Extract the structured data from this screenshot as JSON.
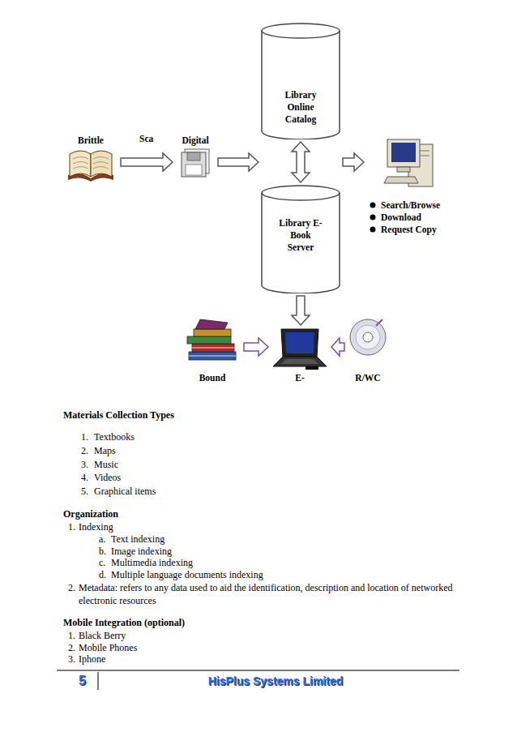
{
  "diagram": {
    "nodes": [
      {
        "text": [
          "Library Online Catalog"
        ]
      },
      {
        "text": [
          "Brittle"
        ]
      },
      {
        "text": [
          "Digital"
        ]
      },
      {
        "text": [
          "Search/Browse",
          "Download",
          "Request Copy"
        ]
      },
      {
        "text": [
          "Library E-Book Server"
        ]
      },
      {
        "text": [
          "Bound"
        ]
      },
      {
        "text": [
          "E-"
        ]
      },
      {
        "text": [
          "R/WC"
        ]
      }
    ],
    "edges": [
      {
        "from": 1,
        "to": 2,
        "arrow": "to",
        "label": "Sca"
      },
      {
        "from": 2,
        "to": 0,
        "arrow": "to"
      },
      {
        "from": 0,
        "to": 3,
        "arrow": "to"
      },
      {
        "from": 0,
        "to": 4,
        "arrow": "both"
      },
      {
        "from": 4,
        "to": 6,
        "arrow": "to"
      },
      {
        "from": 5,
        "to": 6,
        "arrow": "to"
      },
      {
        "from": 7,
        "to": 6,
        "arrow": "to"
      }
    ],
    "labels": [
      "Materials Collection Types",
      "1.",
      "Textbooks",
      "2.",
      "Maps",
      "3.",
      "Music",
      "4.",
      "Videos",
      "5.",
      "Graphical items",
      "Organization",
      "1.",
      "Indexing",
      "a.",
      "Text indexing",
      "b.",
      "Image indexing",
      "c.",
      "Multimedia indexing",
      "d.",
      "Multiple language documents indexing",
      "2.",
      "Metadata: refers to any data used to aid the identification, description and location of networked electronic resources",
      "Mobile Integration (optional)",
      "1.",
      "Black Berry",
      "2.",
      "Mobile Phones",
      "3.",
      "Iphone",
      "5",
      "HisPlus Systems Limited"
    ]
  }
}
